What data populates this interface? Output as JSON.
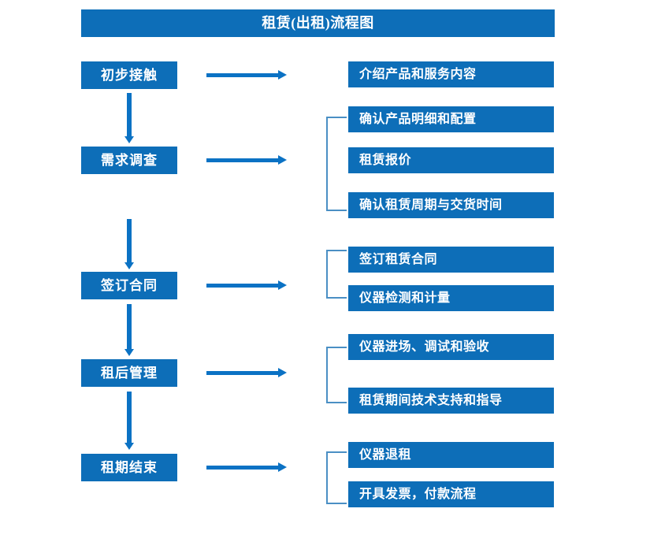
{
  "diagram": {
    "title": "租赁(出租)流程图",
    "colors": {
      "box_blue": "#0d6eb8",
      "arrow_blue": "#0b72c4",
      "bracket_blue": "#4a8fc4",
      "text_white": "#ffffff",
      "background": "#ffffff"
    },
    "stages": [
      {
        "id": "stage-1",
        "label": "初步接触"
      },
      {
        "id": "stage-2",
        "label": "需求调查"
      },
      {
        "id": "stage-3",
        "label": "签订合同"
      },
      {
        "id": "stage-4",
        "label": "租后管理"
      },
      {
        "id": "stage-5",
        "label": "租期结束"
      }
    ],
    "details": [
      {
        "id": "detail-1-1",
        "label": "介绍产品和服务内容"
      },
      {
        "id": "detail-2-1",
        "label": "确认产品明细和配置"
      },
      {
        "id": "detail-2-2",
        "label": "租赁报价"
      },
      {
        "id": "detail-2-3",
        "label": "确认租赁周期与交货时间"
      },
      {
        "id": "detail-3-1",
        "label": "签订租赁合同"
      },
      {
        "id": "detail-3-2",
        "label": "仪器检测和计量"
      },
      {
        "id": "detail-4-1",
        "label": "仪器进场、调试和验收"
      },
      {
        "id": "detail-4-2",
        "label": "租赁期间技术支持和指导"
      },
      {
        "id": "detail-5-1",
        "label": "仪器退租"
      },
      {
        "id": "detail-5-2",
        "label": "开具发票，付款流程"
      }
    ]
  }
}
